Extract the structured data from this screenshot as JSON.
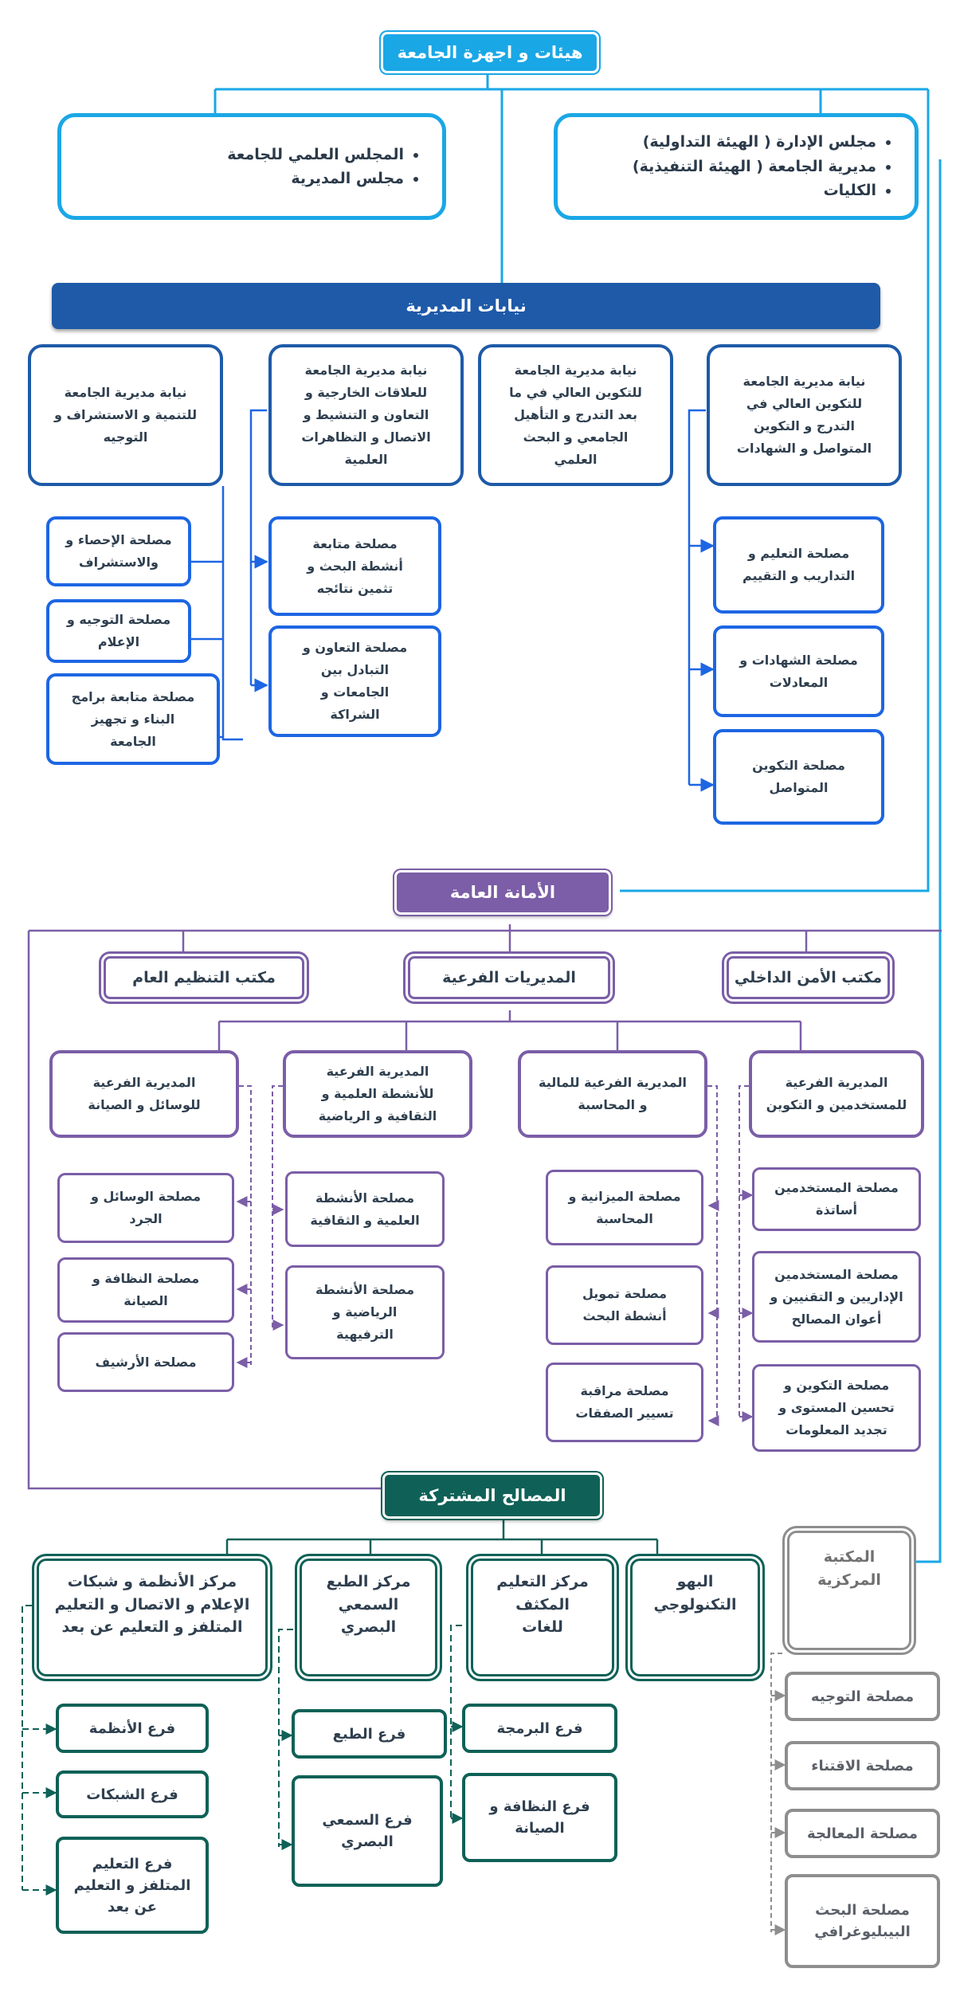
{
  "colors": {
    "blue_header": "#1e5aa8",
    "cyan": "#1aa7e6",
    "blue_box": "#1d66e3",
    "purple": "#7b5ea7",
    "teal": "#0f6157",
    "gray": "#8e8e8e"
  },
  "top": {
    "title": "هيئات و اجهزة الجامعة",
    "right_box": [
      "مجلس الإدارة ( الهيئة التداولية)",
      "مديرية الجامعة ( الهيئة التنفيذية)",
      "الكليات"
    ],
    "left_box": [
      "المجلس العلمي للجامعة",
      "مجلس المديرية"
    ]
  },
  "vice": {
    "title": "نيابات المديرية",
    "nodes": [
      "نيابة مديرية الجامعة\nللتكوين العالي في\nالتدرج و التكوين\nالمتواصل و الشهادات",
      "نيابة مديرية الجامعة\nللتكوين العالي في ما\nبعد التدرج و التأهيل\nالجامعي و البحث\nالعلمي",
      "نيابة مديرية الجامعة\nللعلاقات الخارجية و\nالتعاون و التنشيط و\nالاتصال و التظاهرات\nالعلمية",
      "نيابة مديرية الجامعة\nللتنمية و الاستشراف و\nالتوجيه"
    ],
    "services_1": [
      "مصلحة التعليم و\nالتداريب و التقييم",
      "مصلحة الشهادات و\nالمعادلات",
      "مصلحة التكوين\nالمتواصل"
    ],
    "services_3": [
      "مصلحة متابعة\nأنشطة البحث و\nتثمين نتائجه",
      "مصلحة التعاون و\nالتبادل بين\nالجامعات و\nالشراكة"
    ],
    "services_4": [
      "مصلحة الإحصاء و\nوالاستشراف",
      "مصلحة التوجيه و\nالإعلام",
      "مصلحة متابعة برامج\nالبناء و تجهيز\nالجامعة"
    ]
  },
  "secretariat": {
    "title": "الأمانة العامة",
    "offices": [
      "مكتب الأمن الداخلي",
      "المديريات الفرعية",
      "مكتب التنظيم العام"
    ],
    "subdirs": [
      "المديرية الفرعية\nللمستخدمين و التكوين",
      "المديرية الفرعية للمالية\nو المحاسبة",
      "المديرية الفرعية\nللأنشطة العلمية و\nالثقافية و الرياضية",
      "المديرية الفرعية\nللوسائل و الصيانة"
    ],
    "services_1": [
      "مصلحة المستخدمين\nأساتذة",
      "مصلحة المستخدمين\nالإداريين و التقنيين و\nأعوان المصالح",
      "مصلحة التكوين و\nتحسين المستوى و\nتجديد المعلومات"
    ],
    "services_2": [
      "مصلحة الميزانية و\nالمحاسبة",
      "مصلحة تمويل\nأنشطة البحث",
      "مصلحة مراقبة\nتسيير الصفقات"
    ],
    "services_3": [
      "مصلحة الأنشطة\nالعلمية و الثقافية",
      "مصلحة الأنشطة\nالرياضية و\nالترفيهية"
    ],
    "services_4": [
      "مصلحة الوسائل و\nالجرد",
      "مصلحة النظافة و\nالصيانة",
      "مصلحة الأرشيف"
    ]
  },
  "common": {
    "title": "المصالح المشتركة",
    "centers": [
      "البهو\nالتكنولوجي",
      "مركز التعليم\nالمكثف\nللغات",
      "مركز الطبع\nالسمعي\nالبصري",
      "مركز الأنظمة و شبكات\nالإعلام و الاتصال و التعليم\nالمتلفز و التعليم عن بعد"
    ],
    "branches_lang": [
      "فرع البرمجة",
      "فرع النظافة و\nالصيانة"
    ],
    "branches_print": [
      "فرع الطبع",
      "فرع السمعي\nالبصري"
    ],
    "branches_sys": [
      "فرع الأنظمة",
      "فرع الشبكات",
      "فرع التعليم\nالمتلفز و التعليم\nعن بعد"
    ]
  },
  "library": {
    "title": "المكتبة\nالمركزية",
    "services": [
      "مصلحة التوجيه",
      "مصلحة الاقتناء",
      "مصلحة المعالجة",
      "مصلحة البحث\nالبيبليوغرافي"
    ]
  }
}
